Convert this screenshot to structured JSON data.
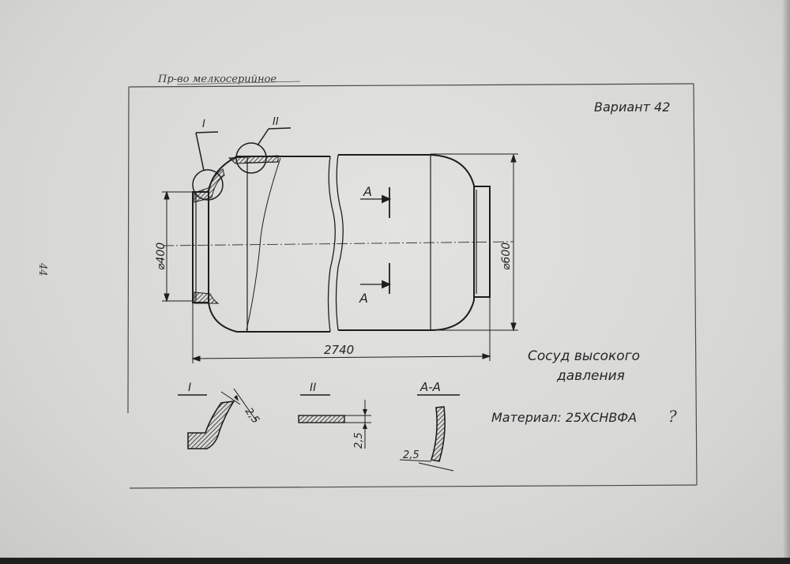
{
  "header_note": "Пр-во мелкосерийное",
  "page_number": "44",
  "variant": "Вариант 42",
  "title_line1": "Сосуд высокого",
  "title_line2": "давления",
  "material": "Материал: 25ХСНВФА",
  "material_mark": "?",
  "callouts": {
    "detail1": "I",
    "detail2": "II"
  },
  "section": {
    "label": "А",
    "view_title": "А-А"
  },
  "dimensions": {
    "left_diameter": "⌀400",
    "right_diameter": "⌀600",
    "length": "2740",
    "detail1_thickness": "2,5",
    "detail2_thickness": "2,5",
    "section_thickness": "2,5"
  },
  "details": {
    "detail1_title": "I",
    "detail2_title": "II",
    "section_title": "А-А"
  }
}
